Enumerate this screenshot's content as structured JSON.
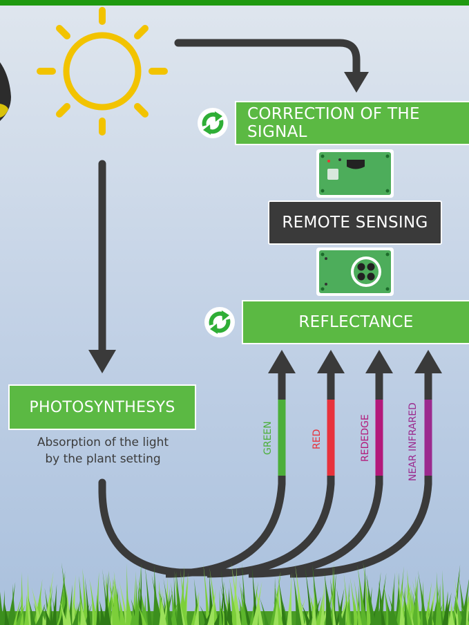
{
  "boxes": {
    "correction": "CORRECTION OF THE SIGNAL",
    "remote_sensing": "REMOTE SENSING",
    "reflectance": "REFLECTANCE",
    "photosynthesys": "PHOTOSYNTHESYS"
  },
  "caption": {
    "line1": "Absorption of the light",
    "line2": "by the plant setting"
  },
  "bands": [
    {
      "label": "GREEN",
      "color": "#4caf3a"
    },
    {
      "label": "RED",
      "color": "#e8323c"
    },
    {
      "label": "REDEDGE",
      "color": "#b3197a"
    },
    {
      "label": "NEAR INFRARED",
      "color": "#9b2a8e"
    }
  ],
  "colors": {
    "accent_green": "#5bb943",
    "dark": "#3a3a3a",
    "sun": "#f2c300"
  },
  "icons": [
    "sun-icon",
    "refresh-icon",
    "sensor-device-icon",
    "grass-illustration"
  ]
}
